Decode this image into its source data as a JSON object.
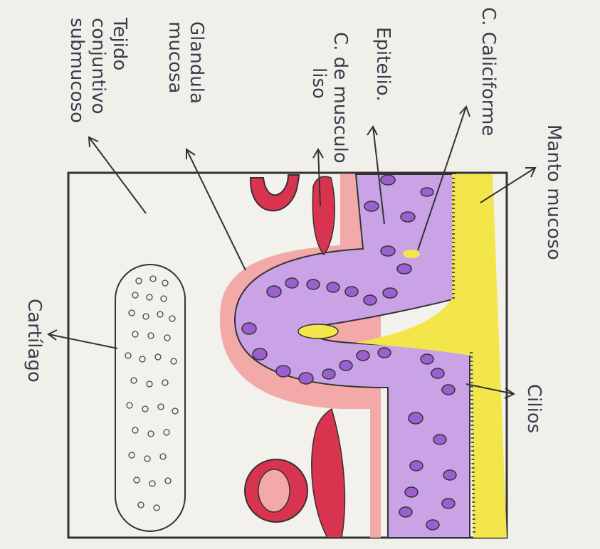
{
  "labels": {
    "manto_mucoso": "Manto mucoso",
    "c_caliciforme": "C. Caliciforme",
    "epitelio": "Epitelio.",
    "c_musculo_liso": [
      "C. de musculo",
      "liso"
    ],
    "glandula_mucosa": [
      "Glandula",
      "mucosa"
    ],
    "tejido_conjuntivo_submucoso": [
      "Tejido",
      "conjuntivo",
      "submucoso"
    ],
    "cilios": "Cilios",
    "cartilago": "Cartílago"
  },
  "colors": {
    "paper": "#f1efe9",
    "mucus": "#f3e64a",
    "epithelium": "#c9a3e6",
    "nucleus": "#9b5fd0",
    "lamina": "#f2a9a8",
    "blood": "#d8334f",
    "ink": "#3a3a4a"
  }
}
